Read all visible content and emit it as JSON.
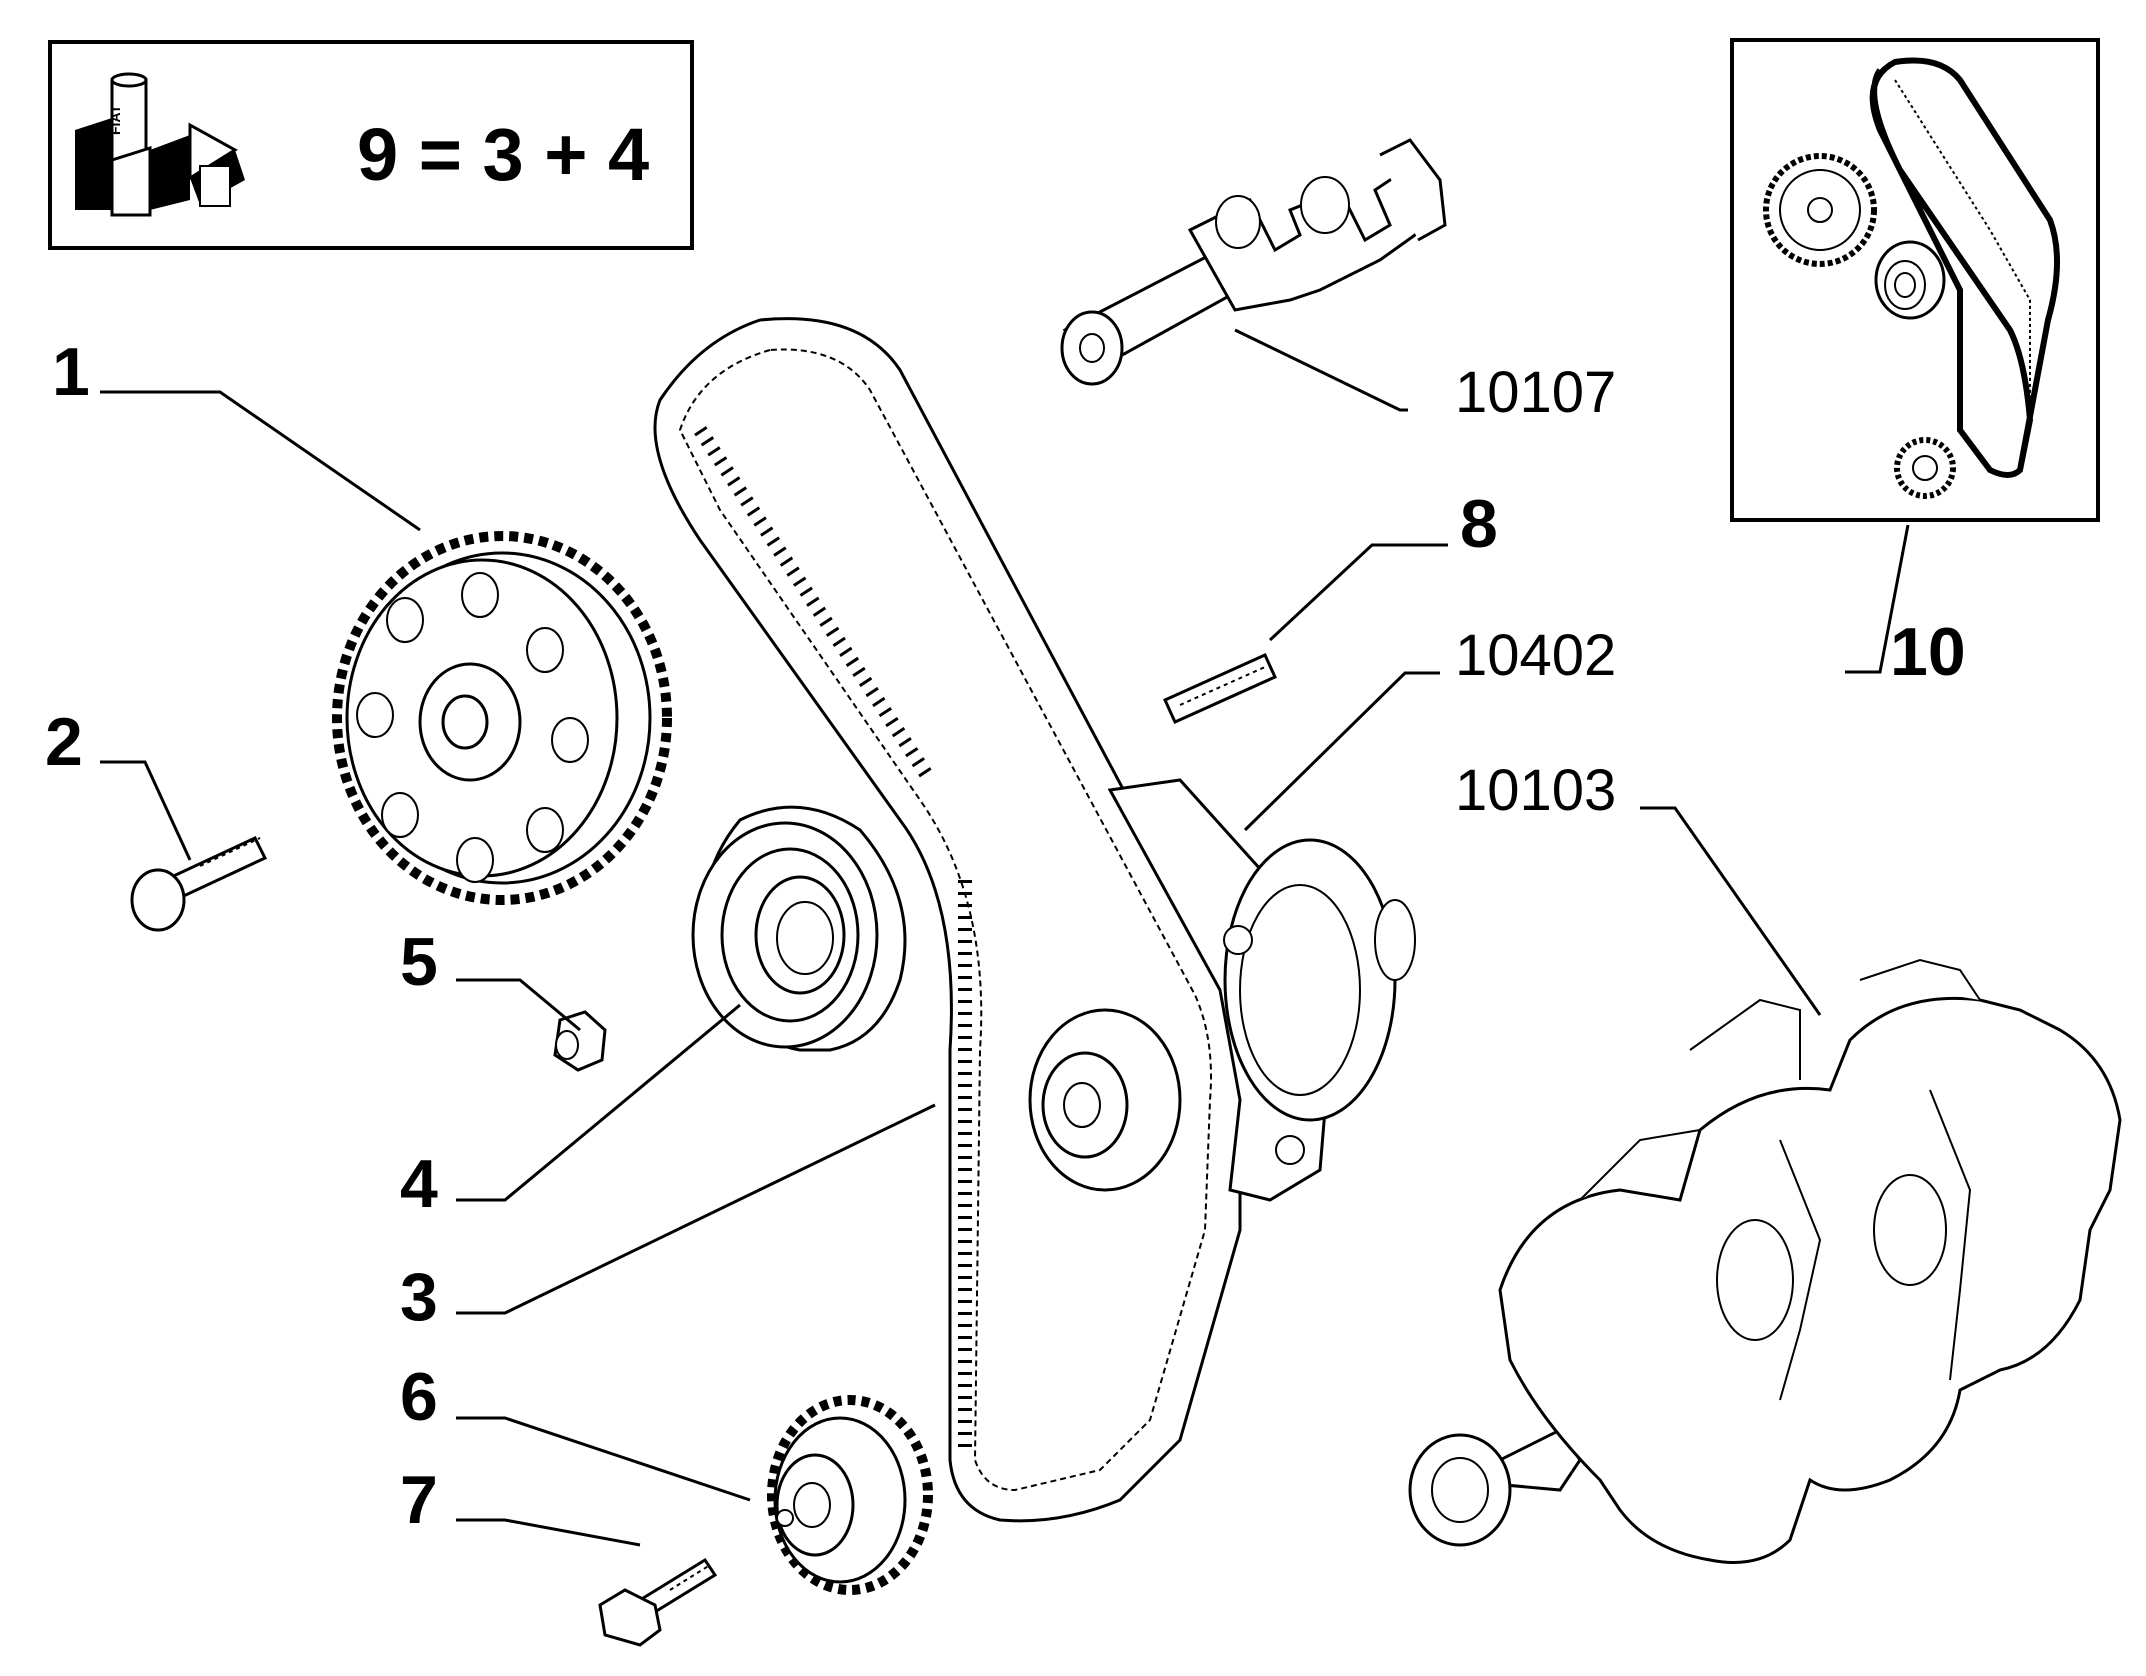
{
  "equation_box": {
    "text": "9 = 3 + 4",
    "logo_brand": "FIAT"
  },
  "callouts": [
    {
      "id": "1",
      "text": "1"
    },
    {
      "id": "2",
      "text": "2"
    },
    {
      "id": "3",
      "text": "3"
    },
    {
      "id": "4",
      "text": "4"
    },
    {
      "id": "5",
      "text": "5"
    },
    {
      "id": "6",
      "text": "6"
    },
    {
      "id": "7",
      "text": "7"
    },
    {
      "id": "8",
      "text": "8"
    },
    {
      "id": "10",
      "text": "10"
    }
  ],
  "references": [
    {
      "id": "10107",
      "text": "10107"
    },
    {
      "id": "10402",
      "text": "10402"
    },
    {
      "id": "10103",
      "text": "10103"
    }
  ],
  "icons": {
    "kit_logo": "fiat-kit-logo-icon",
    "camshaft_gear": "camshaft-gear-icon",
    "bolt": "bolt-icon",
    "nut": "nut-icon",
    "tensioner": "tensioner-pulley-icon",
    "timing_belt": "timing-belt-icon",
    "crank_gear": "crankshaft-gear-icon",
    "stud": "stud-icon",
    "camshaft": "camshaft-icon",
    "crankshaft": "crankshaft-icon",
    "oil_pump": "oil-pump-icon"
  }
}
